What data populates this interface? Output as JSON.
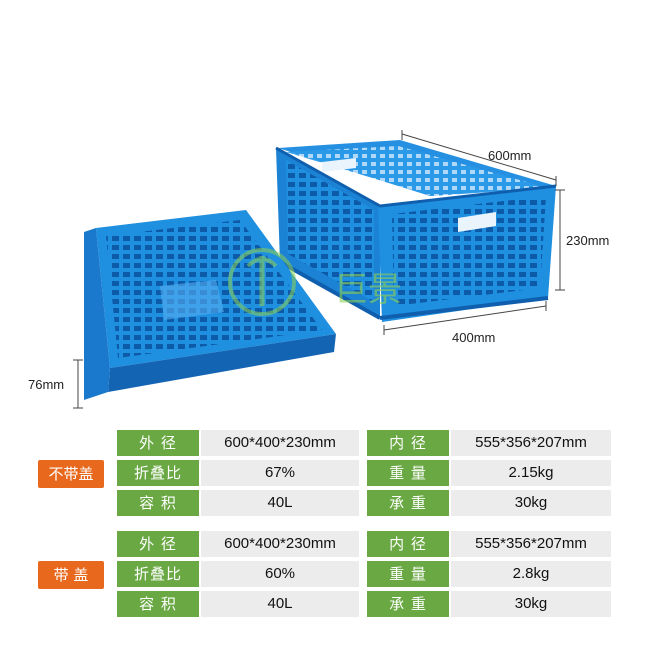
{
  "logo": {
    "text": "巨景"
  },
  "dimensions": {
    "length": "600mm",
    "height": "230mm",
    "width": "400mm",
    "folded_height": "76mm"
  },
  "specs": [
    {
      "tag": "不带盖",
      "rows": [
        {
          "label1": "外 径",
          "value1": "600*400*230mm",
          "label2": "内 径",
          "value2": "555*356*207mm"
        },
        {
          "label1": "折叠比",
          "value1": "67%",
          "label2": "重 量",
          "value2": "2.15kg"
        },
        {
          "label1": "容 积",
          "value1": "40L",
          "label2": "承 重",
          "value2": "30kg"
        }
      ]
    },
    {
      "tag": "带 盖",
      "rows": [
        {
          "label1": "外 径",
          "value1": "600*400*230mm",
          "label2": "内 径",
          "value2": "555*356*207mm"
        },
        {
          "label1": "折叠比",
          "value1": "60%",
          "label2": "重 量",
          "value2": "2.8kg"
        },
        {
          "label1": "容 积",
          "value1": "40L",
          "label2": "承 重",
          "value2": "30kg"
        }
      ]
    }
  ],
  "colors": {
    "crate": "#1f8fe0",
    "crate_dark": "#1464b4",
    "label_green": "#6aa843",
    "tag_orange": "#e8681e",
    "value_gray": "#ececec"
  }
}
